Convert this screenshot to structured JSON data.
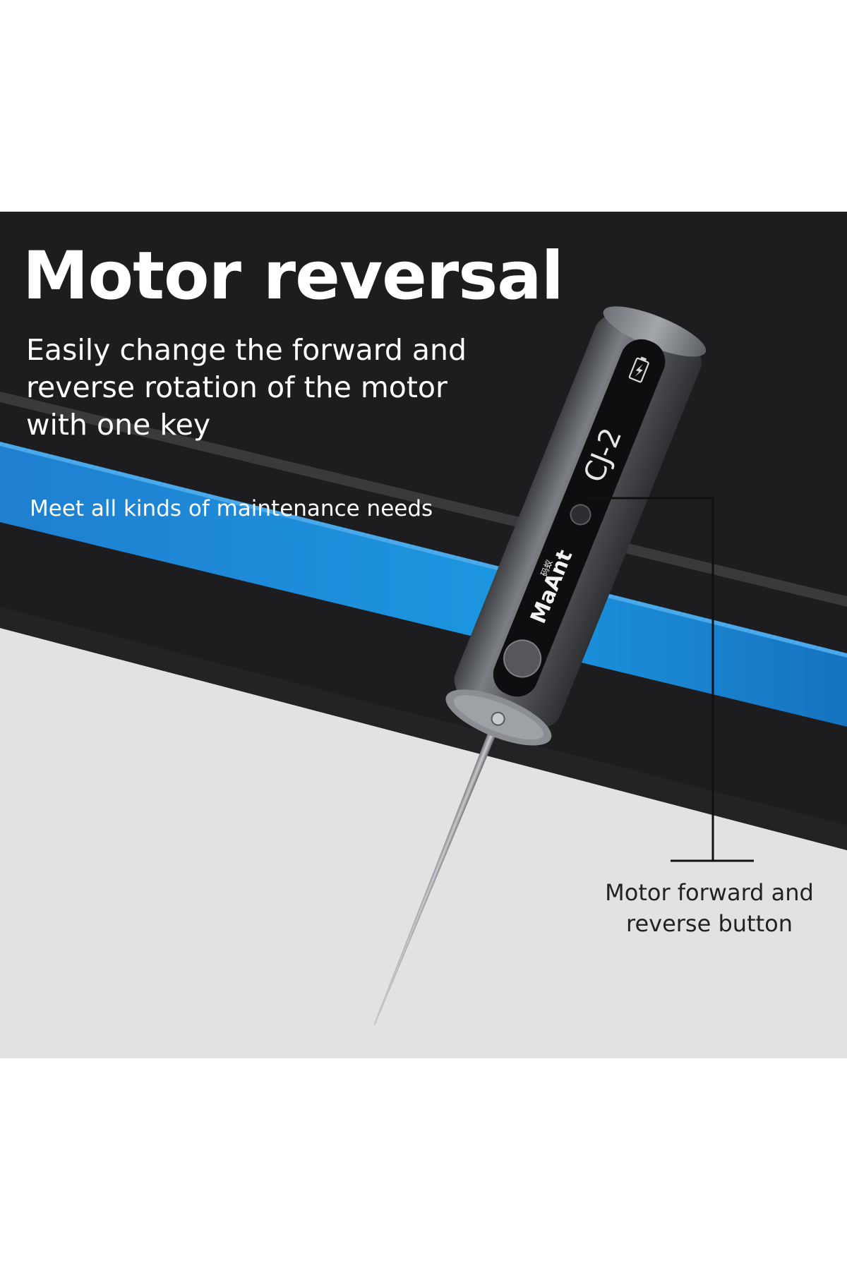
{
  "heading": {
    "title": "Motor reversal",
    "description": "Easily change the forward and reverse rotation of the motor with one key",
    "tagline": "Meet all kinds of maintenance needs"
  },
  "device": {
    "model_label": "CJ-2",
    "brand_logo_text": "MaAnt",
    "brand_logo_cjk": "码蚁"
  },
  "callout": {
    "label": "Motor forward and reverse button"
  },
  "icons": [
    "battery-charge-icon",
    "maant-logo"
  ],
  "colors": {
    "background_dark": "#1d1d1f",
    "accent_blue": "#1a8ad8",
    "floor_light": "#e2e2e2",
    "device_body": "#5a5c60",
    "text_light": "#ffffff",
    "text_dark": "#222222"
  }
}
